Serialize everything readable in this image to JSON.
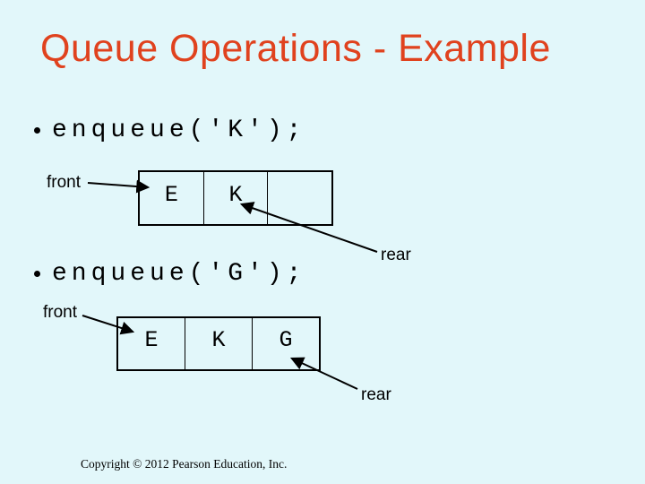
{
  "title": "Queue Operations - Example",
  "bullets": [
    {
      "text": "enqueue('K');"
    },
    {
      "text": "enqueue('G');"
    }
  ],
  "diagrams": [
    {
      "front_label": "front",
      "rear_label": "rear",
      "cells": [
        "E",
        "K",
        ""
      ]
    },
    {
      "front_label": "front",
      "rear_label": "rear",
      "cells": [
        "E",
        "K",
        "G"
      ]
    }
  ],
  "footer": {
    "copyright": "Copyright © 2012 Pearson Education, Inc."
  },
  "colors": {
    "background": "#e2f7fa",
    "title": "#e0421e",
    "ink": "#000000"
  }
}
